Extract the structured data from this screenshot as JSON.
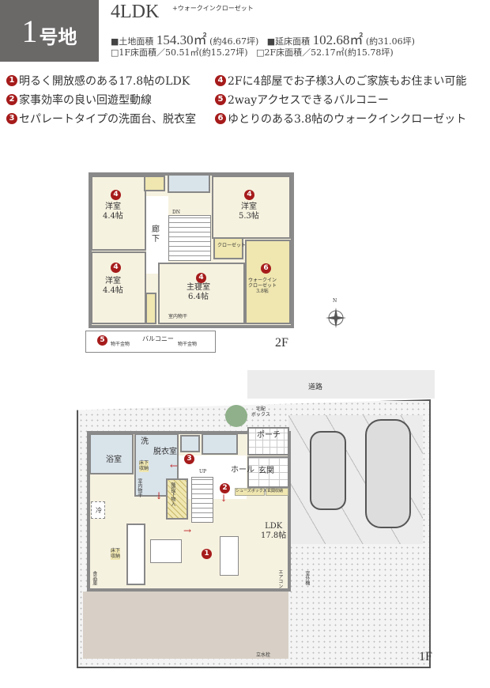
{
  "header": {
    "lot_number": "1",
    "lot_suffix": "号地",
    "layout": "4LDK",
    "layout_extra": "+ウォークインクローゼット",
    "land_area_label": "■土地面積",
    "land_area_value": "154.30㎡",
    "land_area_tsubo": "(約46.67坪)",
    "floor_area_label": "■延床面積",
    "floor_area_value": "102.68㎡",
    "floor_area_tsubo": "(約31.06坪)",
    "f1_area": "□1F床面積／50.51㎡(約15.27坪)",
    "f2_area": "□2F床面積／52.17㎡(約15.78坪)"
  },
  "features": [
    {
      "num": "1",
      "text": "明るく開放感のある17.8帖のLDK"
    },
    {
      "num": "2",
      "text": "家事効率の良い回遊型動線"
    },
    {
      "num": "3",
      "text": "セパレートタイプの洗面台、脱衣室"
    },
    {
      "num": "4",
      "text": "2Fに4部屋でお子様3人のご家族もお住まい可能"
    },
    {
      "num": "5",
      "text": "2wayアクセスできるバルコニー"
    },
    {
      "num": "6",
      "text": "ゆとりのある3.8帖のウォークインクローゼット"
    }
  ],
  "accent_color": "#a61b1b",
  "floor2": {
    "label": "2F",
    "room_nw": "洋室\n4.4帖",
    "room_sw": "洋室\n4.4帖",
    "room_ne": "洋室\n5.3帖",
    "master": "主寝室\n6.4帖",
    "corridor": "廊\n下",
    "dn": "DN",
    "closet": "クローゼット",
    "wic": "ウォークイン\nクローゼット\n3.8帖",
    "indoor_dry": "室内物干",
    "balcony": "バルコニー",
    "dry_hardware": "物干金物",
    "marks": [
      "4",
      "4",
      "4",
      "4",
      "5",
      "6"
    ]
  },
  "floor1": {
    "label": "1F",
    "road": "道路",
    "bath": "浴室",
    "dressing": "脱衣室",
    "wash": "洗",
    "hall": "ホール",
    "entrance": "玄関",
    "porch": "ポーチ",
    "up": "UP",
    "under_stairs": "階段下物入",
    "underfloor": "床下\n収納",
    "indoor_dry": "室内物干",
    "ldk": "LDK\n17.8帖",
    "fridge": "冷",
    "pantry": "食品庫",
    "shoe_box": "シューズボックス",
    "entrance_storage": "玄関収納",
    "delivery_box": "宅配\nボックス",
    "aircon": "エアコン",
    "outdoor_unit": "室外機",
    "faucet": "立水栓",
    "marks": [
      "1",
      "2",
      "3"
    ]
  },
  "compass": {
    "label": "N"
  }
}
